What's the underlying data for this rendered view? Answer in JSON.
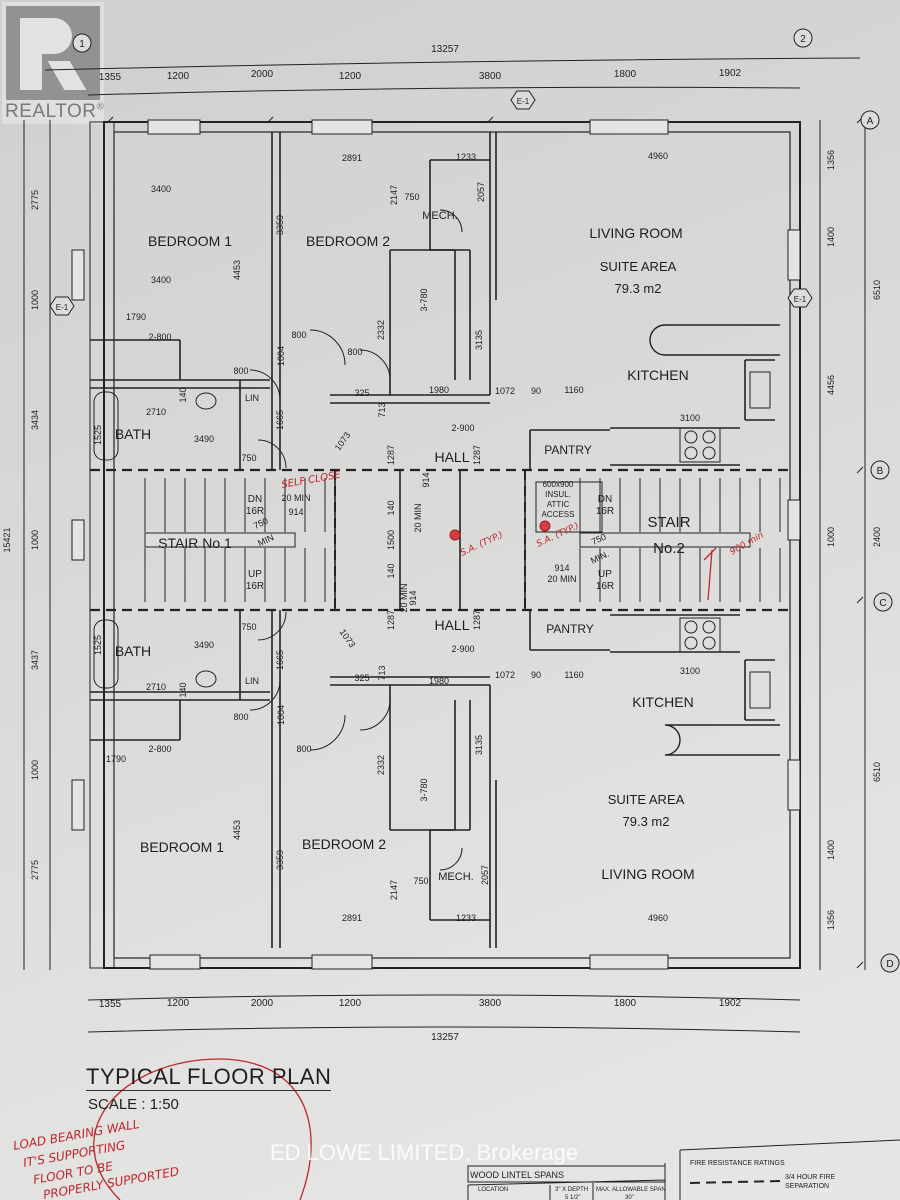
{
  "logo": {
    "text": "REALTOR",
    "mark": "®"
  },
  "watermark": "ED LOWE LIMITED, Brokerage",
  "title": "TYPICAL FLOOR PLAN",
  "scale": "SCALE : 1:50",
  "grid_markers": [
    "1",
    "2",
    "A",
    "B",
    "C",
    "D"
  ],
  "labels": [
    "13257",
    "1355",
    "1200",
    "2000",
    "1200",
    "3800",
    "1800",
    "1902",
    "E-1",
    "E-1",
    "E-1",
    "2775",
    "1000",
    "3434",
    "1000",
    "3437",
    "1000",
    "2775",
    "15421",
    "1356",
    "1400",
    "4456",
    "1000",
    "1400",
    "1356",
    "6510",
    "2400",
    "6510",
    "BEDROOM 1",
    "BEDROOM 2",
    "MECH.",
    "LIVING ROOM",
    "SUITE AREA",
    "79.3 m2",
    "KITCHEN",
    "BATH",
    "PANTRY",
    "HALL",
    "STAIR No.1",
    "STAIR",
    "No.2",
    "HALL",
    "PANTRY",
    "BATH",
    "KITCHEN",
    "SUITE AREA",
    "79.3 m2",
    "BEDROOM 1",
    "BEDROOM 2",
    "MECH.",
    "LIVING ROOM",
    "3400",
    "3400",
    "4453",
    "3359",
    "2891",
    "1233",
    "4960",
    "2147",
    "750",
    "2057",
    "3-780",
    "2332",
    "3135",
    "1790",
    "2-800",
    "800",
    "1004",
    "800",
    "800",
    "140",
    "LIN",
    "2710",
    "3490",
    "1525",
    "1665",
    "750",
    "325",
    "1980",
    "713",
    "1073",
    "2-900",
    "1072",
    "90",
    "1160",
    "3100",
    "DN",
    "16R",
    "UP",
    "16R",
    "750",
    "MIN",
    "914",
    "20 MIN",
    "20 MIN",
    "914",
    "1287",
    "140",
    "1500",
    "140",
    "1287",
    "600x900",
    "INSUL.",
    "ATTIC",
    "ACCESS",
    "DN",
    "16R",
    "UP",
    "16R",
    "750",
    "MIN.",
    "914",
    "20 MIN",
    "1287",
    "1287",
    "20 MIN",
    "914",
    "750",
    "1665",
    "3490",
    "2710",
    "1525",
    "140",
    "LIN",
    "800",
    "1004",
    "800",
    "1790",
    "2-800",
    "325",
    "1980",
    "2-900",
    "1073",
    "713",
    "1072",
    "90",
    "1160",
    "3100",
    "4453",
    "3359",
    "2332",
    "3-780",
    "3135",
    "2147",
    "750",
    "2057",
    "2891",
    "1233",
    "4960",
    "1355",
    "1200",
    "2000",
    "1200",
    "3800",
    "1800",
    "1902",
    "13257"
  ],
  "annotations": [
    "SELF CLOSE",
    "S.A. (TYP.)",
    "S.A. (TYP.)",
    "900 min",
    "LOAD BEARING WALL",
    "IT'S SUPPORTING",
    "FLOOR TO BE",
    "PROPERLY SUPPORTED"
  ],
  "lintel_table": {
    "title": "WOOD LINTEL SPANS",
    "headers": [
      "LOCATION",
      "3\" X DEPTH",
      "MAX. ALLOWABLE SPAN"
    ],
    "rows": [
      [
        "",
        "5 1/2\"",
        "30\""
      ]
    ]
  },
  "fire_table": {
    "title": "FIRE RESISTANCE RATINGS",
    "legend": "3/4 HOUR FIRE",
    "legend2": "SEPARATION"
  },
  "colors": {
    "ink": "#1e1e1e",
    "red_pen": "#c0262b",
    "paper": "#d8d8d6"
  }
}
